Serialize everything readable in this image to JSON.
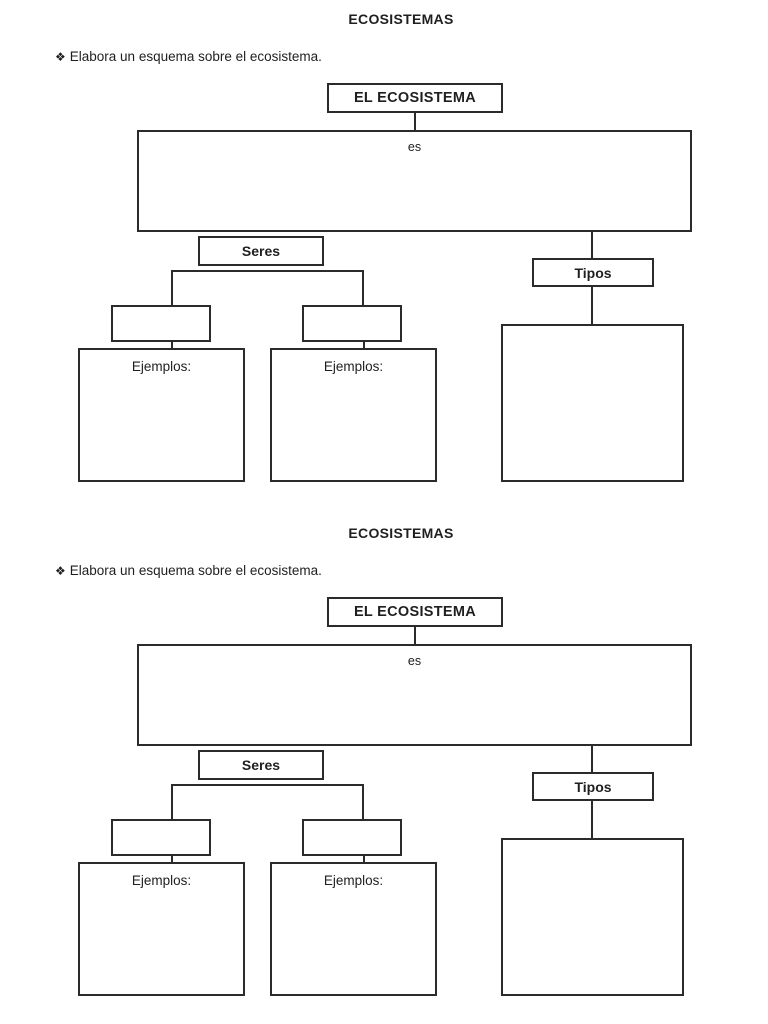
{
  "page": {
    "background_color": "#ffffff",
    "ink_color": "#2b2b2b"
  },
  "sections": [
    {
      "title": "ECOSISTEMAS",
      "bullet_marker": "❖",
      "instruction": "Elabora un esquema sobre el ecosistema.",
      "root_label": "EL ECOSISTEMA",
      "es_label": "es",
      "seres_label": "Seres",
      "tipos_label": "Tipos",
      "ejemplos_left_label": "Ejemplos:",
      "ejemplos_right_label": "Ejemplos:"
    },
    {
      "title": "ECOSISTEMAS",
      "bullet_marker": "❖",
      "instruction": "Elabora un esquema sobre el ecosistema.",
      "root_label": "EL ECOSISTEMA",
      "es_label": "es",
      "seres_label": "Seres",
      "tipos_label": "Tipos",
      "ejemplos_left_label": "Ejemplos:",
      "ejemplos_right_label": "Ejemplos:"
    }
  ]
}
